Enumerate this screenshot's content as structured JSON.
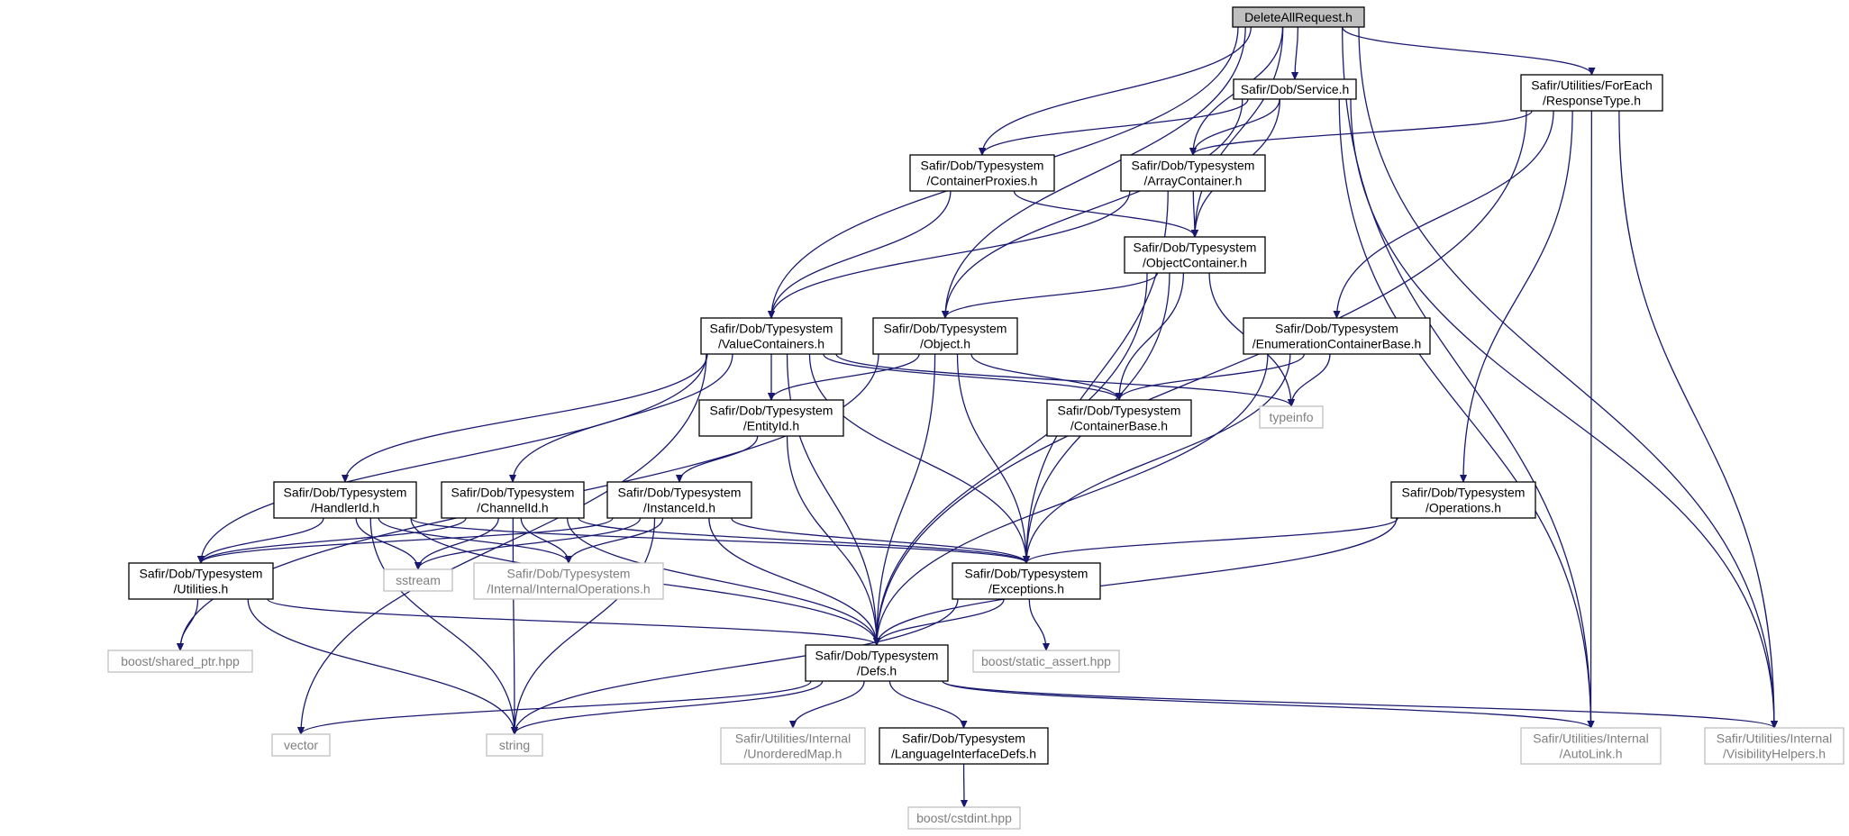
{
  "graph": {
    "colors": {
      "edge": "#191970",
      "node_border": "#000000",
      "external_border": "#bfbfbf",
      "external_text": "#7f7f7f",
      "root_fill": "#bfbfbf"
    },
    "nodes": [
      {
        "id": "root",
        "lines": [
          "DeleteAllRequest.h"
        ],
        "kind": "root"
      },
      {
        "id": "service",
        "lines": [
          "Safir/Dob/Service.h"
        ],
        "kind": "internal"
      },
      {
        "id": "foreach",
        "lines": [
          "Safir/Utilities/ForEach",
          "/ResponseType.h"
        ],
        "kind": "internal"
      },
      {
        "id": "containerproxies",
        "lines": [
          "Safir/Dob/Typesystem",
          "/ContainerProxies.h"
        ],
        "kind": "internal"
      },
      {
        "id": "arraycontainer",
        "lines": [
          "Safir/Dob/Typesystem",
          "/ArrayContainer.h"
        ],
        "kind": "internal"
      },
      {
        "id": "objectcontainer",
        "lines": [
          "Safir/Dob/Typesystem",
          "/ObjectContainer.h"
        ],
        "kind": "internal"
      },
      {
        "id": "valuecontainers",
        "lines": [
          "Safir/Dob/Typesystem",
          "/ValueContainers.h"
        ],
        "kind": "internal"
      },
      {
        "id": "object",
        "lines": [
          "Safir/Dob/Typesystem",
          "/Object.h"
        ],
        "kind": "internal"
      },
      {
        "id": "enumbase",
        "lines": [
          "Safir/Dob/Typesystem",
          "/EnumerationContainerBase.h"
        ],
        "kind": "internal"
      },
      {
        "id": "entityid",
        "lines": [
          "Safir/Dob/Typesystem",
          "/EntityId.h"
        ],
        "kind": "internal"
      },
      {
        "id": "containerbase",
        "lines": [
          "Safir/Dob/Typesystem",
          "/ContainerBase.h"
        ],
        "kind": "internal"
      },
      {
        "id": "typeinfo",
        "lines": [
          "typeinfo"
        ],
        "kind": "external"
      },
      {
        "id": "handlerid",
        "lines": [
          "Safir/Dob/Typesystem",
          "/HandlerId.h"
        ],
        "kind": "internal"
      },
      {
        "id": "channelid",
        "lines": [
          "Safir/Dob/Typesystem",
          "/ChannelId.h"
        ],
        "kind": "internal"
      },
      {
        "id": "instanceid",
        "lines": [
          "Safir/Dob/Typesystem",
          "/InstanceId.h"
        ],
        "kind": "internal"
      },
      {
        "id": "operations",
        "lines": [
          "Safir/Dob/Typesystem",
          "/Operations.h"
        ],
        "kind": "internal"
      },
      {
        "id": "utilities",
        "lines": [
          "Safir/Dob/Typesystem",
          "/Utilities.h"
        ],
        "kind": "internal"
      },
      {
        "id": "sstream",
        "lines": [
          "sstream"
        ],
        "kind": "external"
      },
      {
        "id": "internalops",
        "lines": [
          "Safir/Dob/Typesystem",
          "/Internal/InternalOperations.h"
        ],
        "kind": "external"
      },
      {
        "id": "exceptions",
        "lines": [
          "Safir/Dob/Typesystem",
          "/Exceptions.h"
        ],
        "kind": "internal"
      },
      {
        "id": "sharedptr",
        "lines": [
          "boost/shared_ptr.hpp"
        ],
        "kind": "external"
      },
      {
        "id": "defs",
        "lines": [
          "Safir/Dob/Typesystem",
          "/Defs.h"
        ],
        "kind": "internal"
      },
      {
        "id": "staticassert",
        "lines": [
          "boost/static_assert.hpp"
        ],
        "kind": "external"
      },
      {
        "id": "vector",
        "lines": [
          "vector"
        ],
        "kind": "external"
      },
      {
        "id": "string",
        "lines": [
          "string"
        ],
        "kind": "external"
      },
      {
        "id": "unorderedmap",
        "lines": [
          "Safir/Utilities/Internal",
          "/UnorderedMap.h"
        ],
        "kind": "external"
      },
      {
        "id": "langdefs",
        "lines": [
          "Safir/Dob/Typesystem",
          "/LanguageInterfaceDefs.h"
        ],
        "kind": "internal"
      },
      {
        "id": "autolink",
        "lines": [
          "Safir/Utilities/Internal",
          "/AutoLink.h"
        ],
        "kind": "external"
      },
      {
        "id": "visibility",
        "lines": [
          "Safir/Utilities/Internal",
          "/VisibilityHelpers.h"
        ],
        "kind": "external"
      },
      {
        "id": "cstdint",
        "lines": [
          "boost/cstdint.hpp"
        ],
        "kind": "external"
      }
    ],
    "edges": [
      [
        "root",
        "service"
      ],
      [
        "root",
        "foreach"
      ],
      [
        "root",
        "containerproxies"
      ],
      [
        "root",
        "arraycontainer"
      ],
      [
        "root",
        "objectcontainer"
      ],
      [
        "root",
        "valuecontainers"
      ],
      [
        "root",
        "object"
      ],
      [
        "root",
        "autolink"
      ],
      [
        "root",
        "visibility"
      ],
      [
        "service",
        "containerproxies"
      ],
      [
        "service",
        "arraycontainer"
      ],
      [
        "service",
        "objectcontainer"
      ],
      [
        "service",
        "object"
      ],
      [
        "service",
        "autolink"
      ],
      [
        "service",
        "visibility"
      ],
      [
        "foreach",
        "arraycontainer"
      ],
      [
        "foreach",
        "enumbase"
      ],
      [
        "foreach",
        "operations"
      ],
      [
        "foreach",
        "defs"
      ],
      [
        "foreach",
        "autolink"
      ],
      [
        "foreach",
        "visibility"
      ],
      [
        "containerproxies",
        "valuecontainers"
      ],
      [
        "containerproxies",
        "objectcontainer"
      ],
      [
        "arraycontainer",
        "objectcontainer"
      ],
      [
        "arraycontainer",
        "valuecontainers"
      ],
      [
        "arraycontainer",
        "exceptions"
      ],
      [
        "objectcontainer",
        "object"
      ],
      [
        "objectcontainer",
        "containerbase"
      ],
      [
        "objectcontainer",
        "typeinfo"
      ],
      [
        "objectcontainer",
        "exceptions"
      ],
      [
        "objectcontainer",
        "defs"
      ],
      [
        "valuecontainers",
        "entityid"
      ],
      [
        "valuecontainers",
        "containerbase"
      ],
      [
        "valuecontainers",
        "typeinfo"
      ],
      [
        "valuecontainers",
        "handlerid"
      ],
      [
        "valuecontainers",
        "channelid"
      ],
      [
        "valuecontainers",
        "utilities"
      ],
      [
        "valuecontainers",
        "exceptions"
      ],
      [
        "valuecontainers",
        "defs"
      ],
      [
        "valuecontainers",
        "vector"
      ],
      [
        "object",
        "entityid"
      ],
      [
        "object",
        "containerbase"
      ],
      [
        "object",
        "exceptions"
      ],
      [
        "object",
        "defs"
      ],
      [
        "object",
        "sharedptr"
      ],
      [
        "enumbase",
        "containerbase"
      ],
      [
        "enumbase",
        "typeinfo"
      ],
      [
        "enumbase",
        "exceptions"
      ],
      [
        "enumbase",
        "defs"
      ],
      [
        "entityid",
        "instanceid"
      ],
      [
        "entityid",
        "defs"
      ],
      [
        "handlerid",
        "utilities"
      ],
      [
        "handlerid",
        "sstream"
      ],
      [
        "handlerid",
        "internalops"
      ],
      [
        "handlerid",
        "exceptions"
      ],
      [
        "handlerid",
        "defs"
      ],
      [
        "handlerid",
        "string"
      ],
      [
        "channelid",
        "utilities"
      ],
      [
        "channelid",
        "sstream"
      ],
      [
        "channelid",
        "internalops"
      ],
      [
        "channelid",
        "exceptions"
      ],
      [
        "channelid",
        "defs"
      ],
      [
        "channelid",
        "string"
      ],
      [
        "instanceid",
        "utilities"
      ],
      [
        "instanceid",
        "sstream"
      ],
      [
        "instanceid",
        "internalops"
      ],
      [
        "instanceid",
        "exceptions"
      ],
      [
        "instanceid",
        "defs"
      ],
      [
        "instanceid",
        "string"
      ],
      [
        "operations",
        "exceptions"
      ],
      [
        "operations",
        "defs"
      ],
      [
        "utilities",
        "sharedptr"
      ],
      [
        "utilities",
        "defs"
      ],
      [
        "utilities",
        "string"
      ],
      [
        "exceptions",
        "defs"
      ],
      [
        "exceptions",
        "staticassert"
      ],
      [
        "exceptions",
        "string"
      ],
      [
        "defs",
        "vector"
      ],
      [
        "defs",
        "string"
      ],
      [
        "defs",
        "unorderedmap"
      ],
      [
        "defs",
        "langdefs"
      ],
      [
        "defs",
        "autolink"
      ],
      [
        "defs",
        "visibility"
      ],
      [
        "langdefs",
        "cstdint"
      ]
    ]
  }
}
